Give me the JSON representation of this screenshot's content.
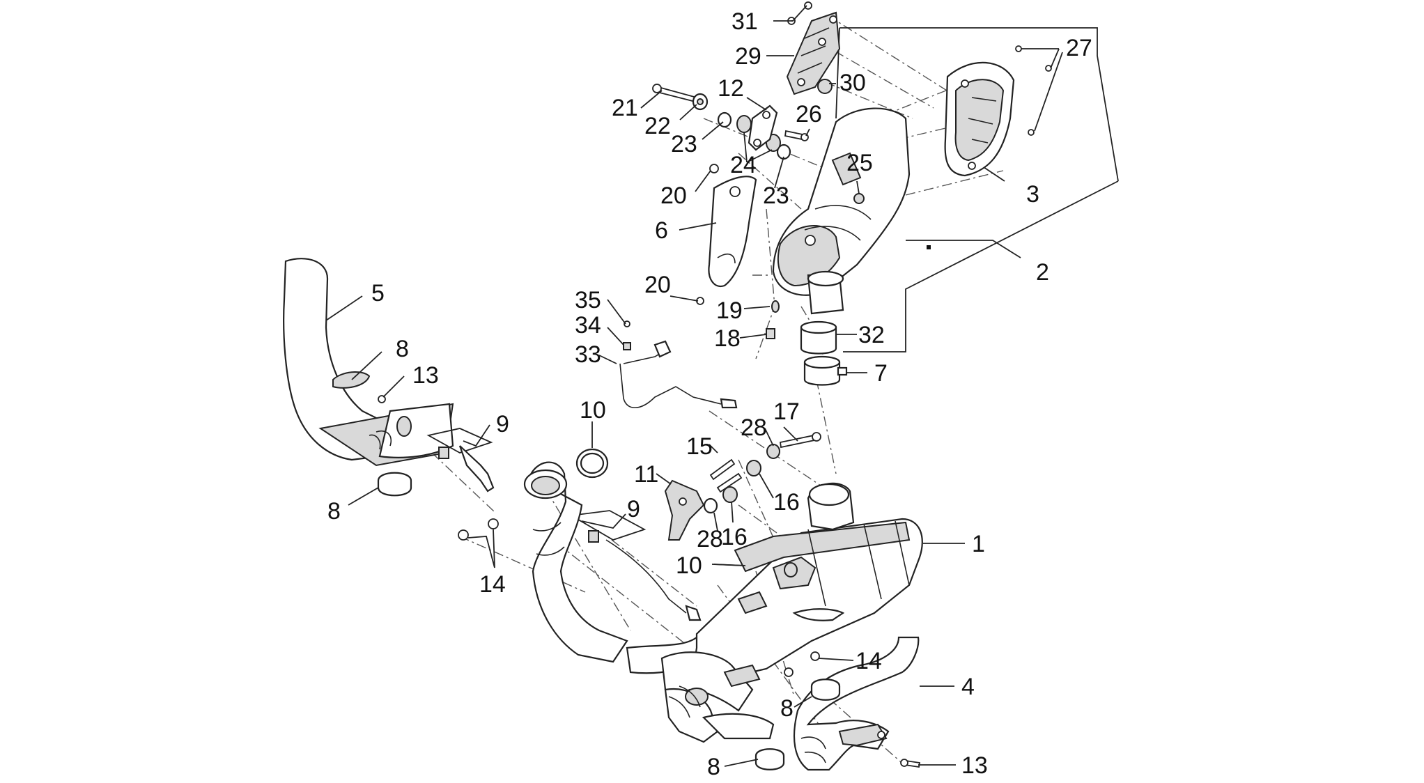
{
  "callouts": [
    {
      "id": "c31",
      "label": "31"
    },
    {
      "id": "c29",
      "label": "29"
    },
    {
      "id": "c30",
      "label": "30"
    },
    {
      "id": "c27",
      "label": "27"
    },
    {
      "id": "c21",
      "label": "21"
    },
    {
      "id": "c12",
      "label": "12"
    },
    {
      "id": "c22",
      "label": "22"
    },
    {
      "id": "c26",
      "label": "26"
    },
    {
      "id": "c23a",
      "label": "23"
    },
    {
      "id": "c24",
      "label": "24"
    },
    {
      "id": "c25",
      "label": "25"
    },
    {
      "id": "c20a",
      "label": "20"
    },
    {
      "id": "c23b",
      "label": "23"
    },
    {
      "id": "c3",
      "label": "3"
    },
    {
      "id": "c6",
      "label": "6"
    },
    {
      "id": "c2",
      "label": "2"
    },
    {
      "id": "c5",
      "label": "5"
    },
    {
      "id": "c20b",
      "label": "20"
    },
    {
      "id": "c19",
      "label": "19"
    },
    {
      "id": "c35",
      "label": "35"
    },
    {
      "id": "c34",
      "label": "34"
    },
    {
      "id": "c18",
      "label": "18"
    },
    {
      "id": "c32",
      "label": "32"
    },
    {
      "id": "c8a",
      "label": "8"
    },
    {
      "id": "c33",
      "label": "33"
    },
    {
      "id": "c13a",
      "label": "13"
    },
    {
      "id": "c7",
      "label": "7"
    },
    {
      "id": "c10a",
      "label": "10"
    },
    {
      "id": "c9a",
      "label": "9"
    },
    {
      "id": "c17",
      "label": "17"
    },
    {
      "id": "c28a",
      "label": "28"
    },
    {
      "id": "c15",
      "label": "15"
    },
    {
      "id": "c11",
      "label": "11"
    },
    {
      "id": "c8b",
      "label": "8"
    },
    {
      "id": "c16a",
      "label": "16"
    },
    {
      "id": "c9b",
      "label": "9"
    },
    {
      "id": "c16b",
      "label": "16"
    },
    {
      "id": "c28b",
      "label": "28"
    },
    {
      "id": "c1",
      "label": "1"
    },
    {
      "id": "c14a",
      "label": "14"
    },
    {
      "id": "c10b",
      "label": "10"
    },
    {
      "id": "c14b",
      "label": "14"
    },
    {
      "id": "c4",
      "label": "4"
    },
    {
      "id": "c8c",
      "label": "8"
    },
    {
      "id": "c8d",
      "label": "8"
    },
    {
      "id": "c13b",
      "label": "13"
    }
  ]
}
